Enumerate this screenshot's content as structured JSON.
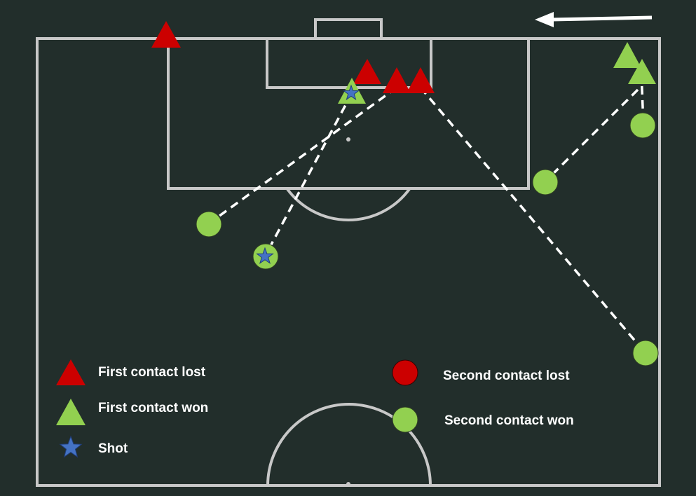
{
  "colors": {
    "background": "#222e2b",
    "pitch_lines": "#c8c8c8",
    "first_contact_lost": "#cc0000",
    "first_contact_won": "#92d050",
    "second_contact_lost": "#cc0000",
    "second_contact_won": "#92d050",
    "shot": "#4472c4",
    "connector": "#ffffff",
    "arrow": "#ffffff"
  },
  "attack_direction": "left",
  "legend": {
    "first_contact_lost": "First contact lost",
    "first_contact_won": "First contact won",
    "shot": "Shot",
    "second_contact_lost": "Second contact lost",
    "second_contact_won": "Second contact won"
  }
}
